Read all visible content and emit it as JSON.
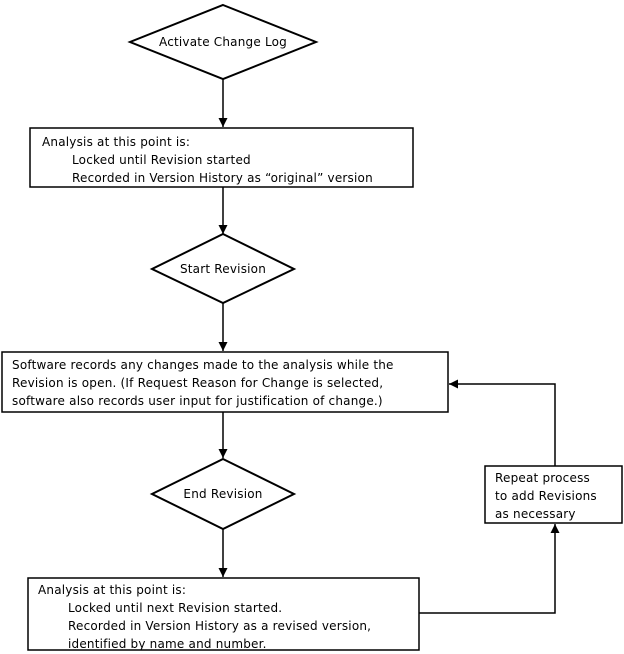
{
  "colors": {
    "background": "#ffffff",
    "line": "#000000",
    "node_fill": "#ffffff",
    "text": "#000000"
  },
  "nodes": {
    "activate_change_log": {
      "type": "decision",
      "label": "Activate Change Log"
    },
    "analysis_original": {
      "type": "process",
      "lines": [
        "Analysis at this point is:",
        "Locked until Revision started",
        "Recorded in Version History as “original” version"
      ]
    },
    "start_revision": {
      "type": "decision",
      "label": "Start Revision"
    },
    "software_records": {
      "type": "process",
      "lines": [
        "Software records any changes made to the analysis while the",
        "Revision is open. (If Request Reason for Change is selected,",
        "software also records user input for justification of change.)"
      ]
    },
    "end_revision": {
      "type": "decision",
      "label": "End Revision"
    },
    "analysis_revised": {
      "type": "process",
      "lines": [
        "Analysis at this point is:",
        "Locked until next Revision started.",
        "Recorded in Version History as a revised version,",
        "identified by name and number."
      ]
    },
    "repeat_process": {
      "type": "process",
      "lines": [
        "Repeat process",
        "to add Revisions",
        "as necessary"
      ]
    }
  }
}
